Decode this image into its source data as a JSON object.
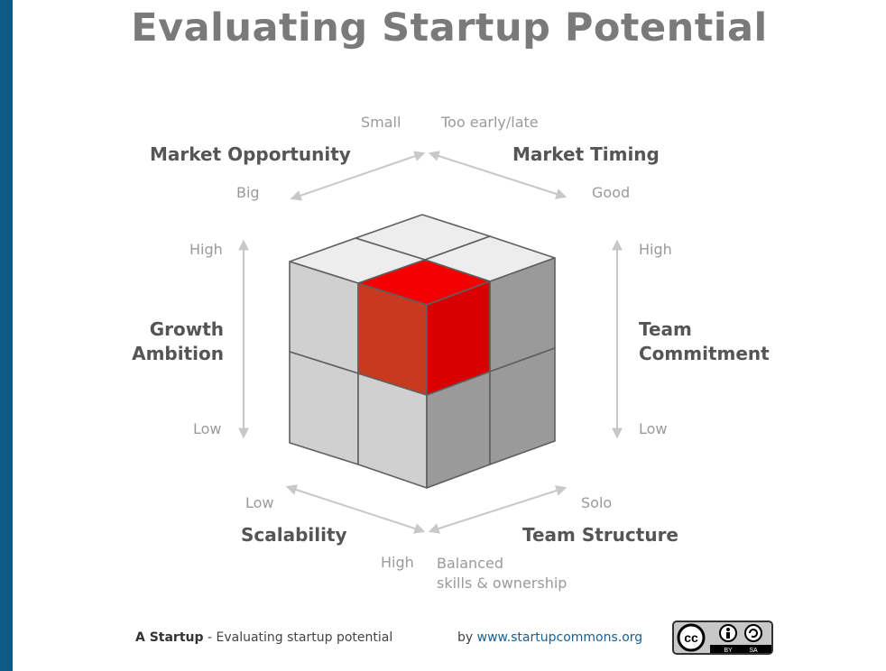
{
  "title": "Evaluating Startup Potential",
  "dimensions": {
    "market_opportunity": {
      "name": "Market Opportunity",
      "low_label": "Small",
      "high_label": "Big"
    },
    "market_timing": {
      "name": "Market Timing",
      "low_label": "Too early/late",
      "high_label": "Good"
    },
    "growth_ambition": {
      "name_line1": "Growth",
      "name_line2": "Ambition",
      "high_label": "High",
      "low_label": "Low"
    },
    "team_commitment": {
      "name_line1": "Team",
      "name_line2": "Commitment",
      "high_label": "High",
      "low_label": "Low"
    },
    "scalability": {
      "name": "Scalability",
      "low_label": "Low",
      "high_label": "High"
    },
    "team_structure": {
      "name": "Team Structure",
      "low_label": "Solo",
      "high_label_line1": "Balanced",
      "high_label_line2": "skills & ownership"
    }
  },
  "colors": {
    "highlight": "#e30000",
    "background_frame": "#0d5a87"
  },
  "footer": {
    "brand": "A Startup",
    "subtitle": "- Evaluating startup potential",
    "by": "by",
    "url": "www.startupcommons.org",
    "license_icon": "cc-by-sa-icon"
  }
}
